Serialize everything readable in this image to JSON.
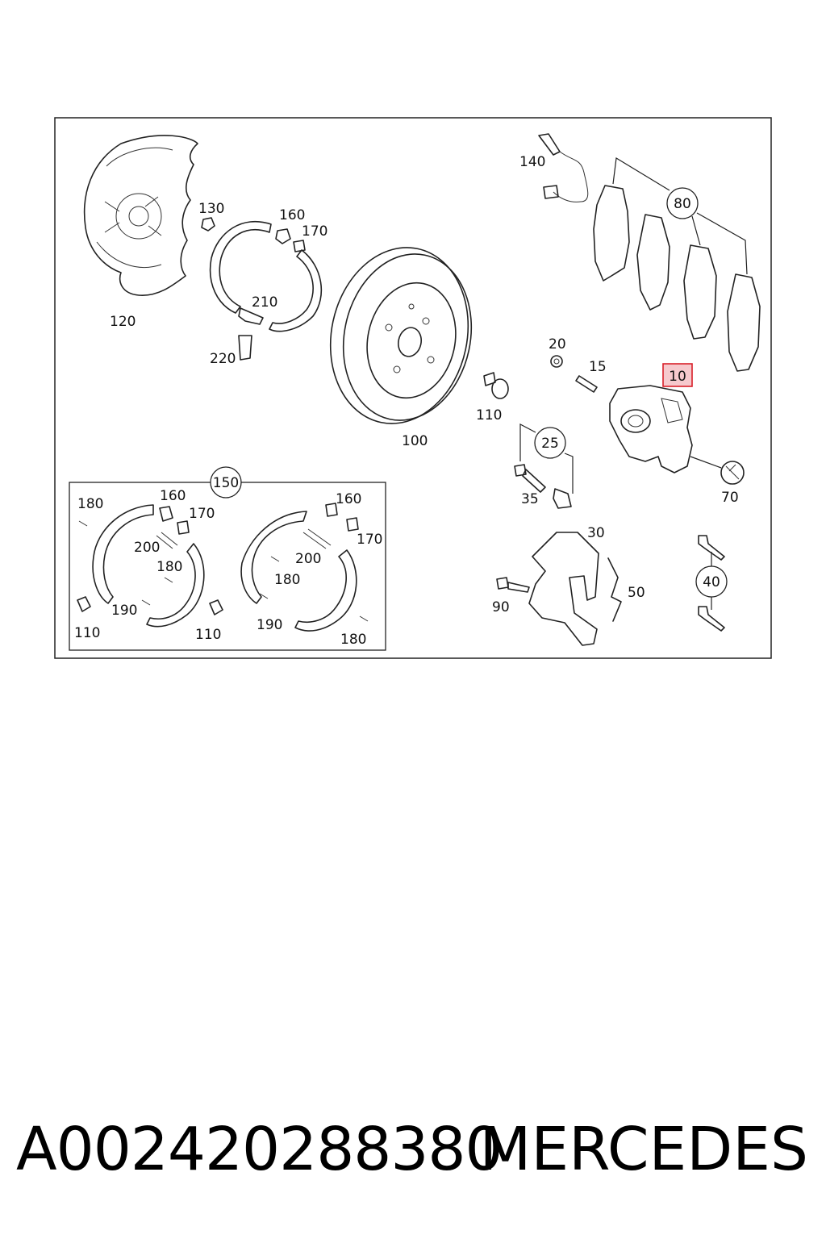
{
  "diagram": {
    "callouts": {
      "caliper": "10",
      "bleeder_cap": "20",
      "guide_pin_kit": "25",
      "bracket": "30",
      "guide_bushing": "35",
      "bleeder_screw": "15",
      "bracket_bolts_kit": "40",
      "spring_clip": "50",
      "wrench_symbol": "70",
      "pad_set": "80",
      "bracket_bolt": "90",
      "disc": "100",
      "disc_screw": "110",
      "splash_shield": "120",
      "shield_bolt": "130",
      "wear_sensor": "140",
      "shoe_kit": "150",
      "adjuster_nut": "160",
      "adjuster_sleeve": "170",
      "hold_spring": "180",
      "retaining_spring": "190",
      "return_spring": "200",
      "shoe_lever": "210",
      "lever_plate": "220"
    },
    "highlighted_callout": "10",
    "highlight_color": "#d9202a",
    "highlight_fill": "#f6c9cd"
  },
  "footer": {
    "part_number": "A002420288380",
    "brand": "MERCEDES"
  }
}
